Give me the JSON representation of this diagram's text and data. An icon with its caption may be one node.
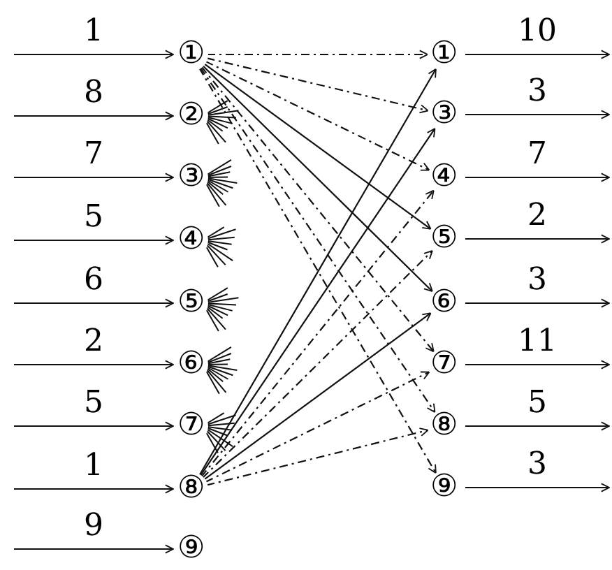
{
  "diagram": {
    "nodes": [
      {
        "text": [
          "①"
        ]
      },
      {
        "text": [
          "②"
        ]
      },
      {
        "text": [
          "③"
        ]
      },
      {
        "text": [
          "④"
        ]
      },
      {
        "text": [
          "⑤"
        ]
      },
      {
        "text": [
          "⑥"
        ]
      },
      {
        "text": [
          "⑦"
        ]
      },
      {
        "text": [
          "⑧"
        ]
      },
      {
        "text": [
          "⑨"
        ]
      },
      {
        "text": [
          "①"
        ]
      },
      {
        "text": [
          "③"
        ]
      },
      {
        "text": [
          "④"
        ]
      },
      {
        "text": [
          "⑤"
        ]
      },
      {
        "text": [
          "⑥"
        ]
      },
      {
        "text": [
          "⑦"
        ]
      },
      {
        "text": [
          "⑧"
        ]
      },
      {
        "text": [
          "⑨"
        ]
      }
    ],
    "edges": [
      {
        "from": null,
        "to": 0,
        "arrow": "to",
        "label": "1"
      },
      {
        "from": null,
        "to": 1,
        "arrow": "to",
        "label": "8"
      },
      {
        "from": null,
        "to": 2,
        "arrow": "to",
        "label": "7"
      },
      {
        "from": null,
        "to": 3,
        "arrow": "to",
        "label": "5"
      },
      {
        "from": null,
        "to": 4,
        "arrow": "to",
        "label": "6"
      },
      {
        "from": null,
        "to": 5,
        "arrow": "to",
        "label": "2"
      },
      {
        "from": null,
        "to": 6,
        "arrow": "to",
        "label": "5"
      },
      {
        "from": null,
        "to": 7,
        "arrow": "to",
        "label": "1"
      },
      {
        "from": null,
        "to": 8,
        "arrow": "to",
        "label": "9"
      },
      {
        "from": 9,
        "to": null,
        "arrow": "to",
        "label": "10"
      },
      {
        "from": 10,
        "to": null,
        "arrow": "to",
        "label": "3"
      },
      {
        "from": 11,
        "to": null,
        "arrow": "to",
        "label": "7"
      },
      {
        "from": 12,
        "to": null,
        "arrow": "to",
        "label": "2"
      },
      {
        "from": 13,
        "to": null,
        "arrow": "to",
        "label": "3"
      },
      {
        "from": 14,
        "to": null,
        "arrow": "to",
        "label": "11"
      },
      {
        "from": 15,
        "to": null,
        "arrow": "to",
        "label": "5"
      },
      {
        "from": 16,
        "to": null,
        "arrow": "to",
        "label": "3"
      },
      {
        "from": 0,
        "to": 9,
        "arrow": "to",
        "style": "dashed"
      },
      {
        "from": 0,
        "to": 10,
        "arrow": "to",
        "style": "dashed"
      },
      {
        "from": 0,
        "to": 11,
        "arrow": "to",
        "style": "dashed"
      },
      {
        "from": 0,
        "to": 12,
        "arrow": "to"
      },
      {
        "from": 0,
        "to": 13,
        "arrow": "to"
      },
      {
        "from": 0,
        "to": 14,
        "arrow": "to",
        "style": "dashed"
      },
      {
        "from": 0,
        "to": 15,
        "arrow": "to",
        "style": "dashed"
      },
      {
        "from": 0,
        "to": 16,
        "arrow": "to",
        "style": "dashed"
      },
      {
        "from": 7,
        "to": 9,
        "arrow": "to"
      },
      {
        "from": 7,
        "to": 10,
        "arrow": "to"
      },
      {
        "from": 7,
        "to": 11,
        "arrow": "to",
        "style": "dashed"
      },
      {
        "from": 7,
        "to": 12,
        "arrow": "to",
        "style": "dashed"
      },
      {
        "from": 7,
        "to": 13,
        "arrow": "to"
      },
      {
        "from": 7,
        "to": 14,
        "arrow": "to",
        "style": "dashed"
      },
      {
        "from": 7,
        "to": 15,
        "arrow": "to",
        "style": "dashed"
      }
    ]
  }
}
